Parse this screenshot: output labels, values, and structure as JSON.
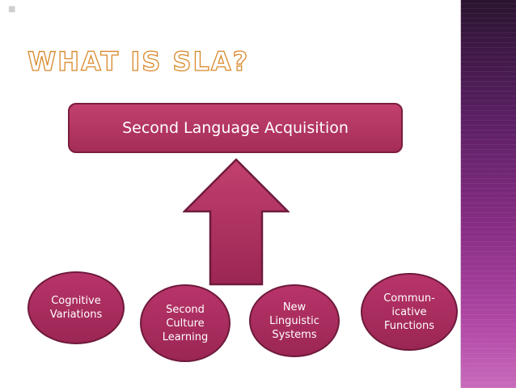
{
  "slide": {
    "title": "WHAT IS SLA?",
    "top_box": "Second Language Acquisition",
    "bubbles": [
      {
        "lines": [
          "Cognitive",
          "Variations"
        ]
      },
      {
        "lines": [
          "Second",
          "Culture",
          "Learning"
        ]
      },
      {
        "lines": [
          "New",
          "Linguistic",
          "Systems"
        ]
      },
      {
        "lines": [
          "Commun-",
          "icative",
          "Functions"
        ]
      }
    ]
  },
  "colors": {
    "title_outline": "#d9892b",
    "box_fill": "#b0335f",
    "box_border": "#7a1d3f",
    "side_band": "#8a2e86"
  }
}
